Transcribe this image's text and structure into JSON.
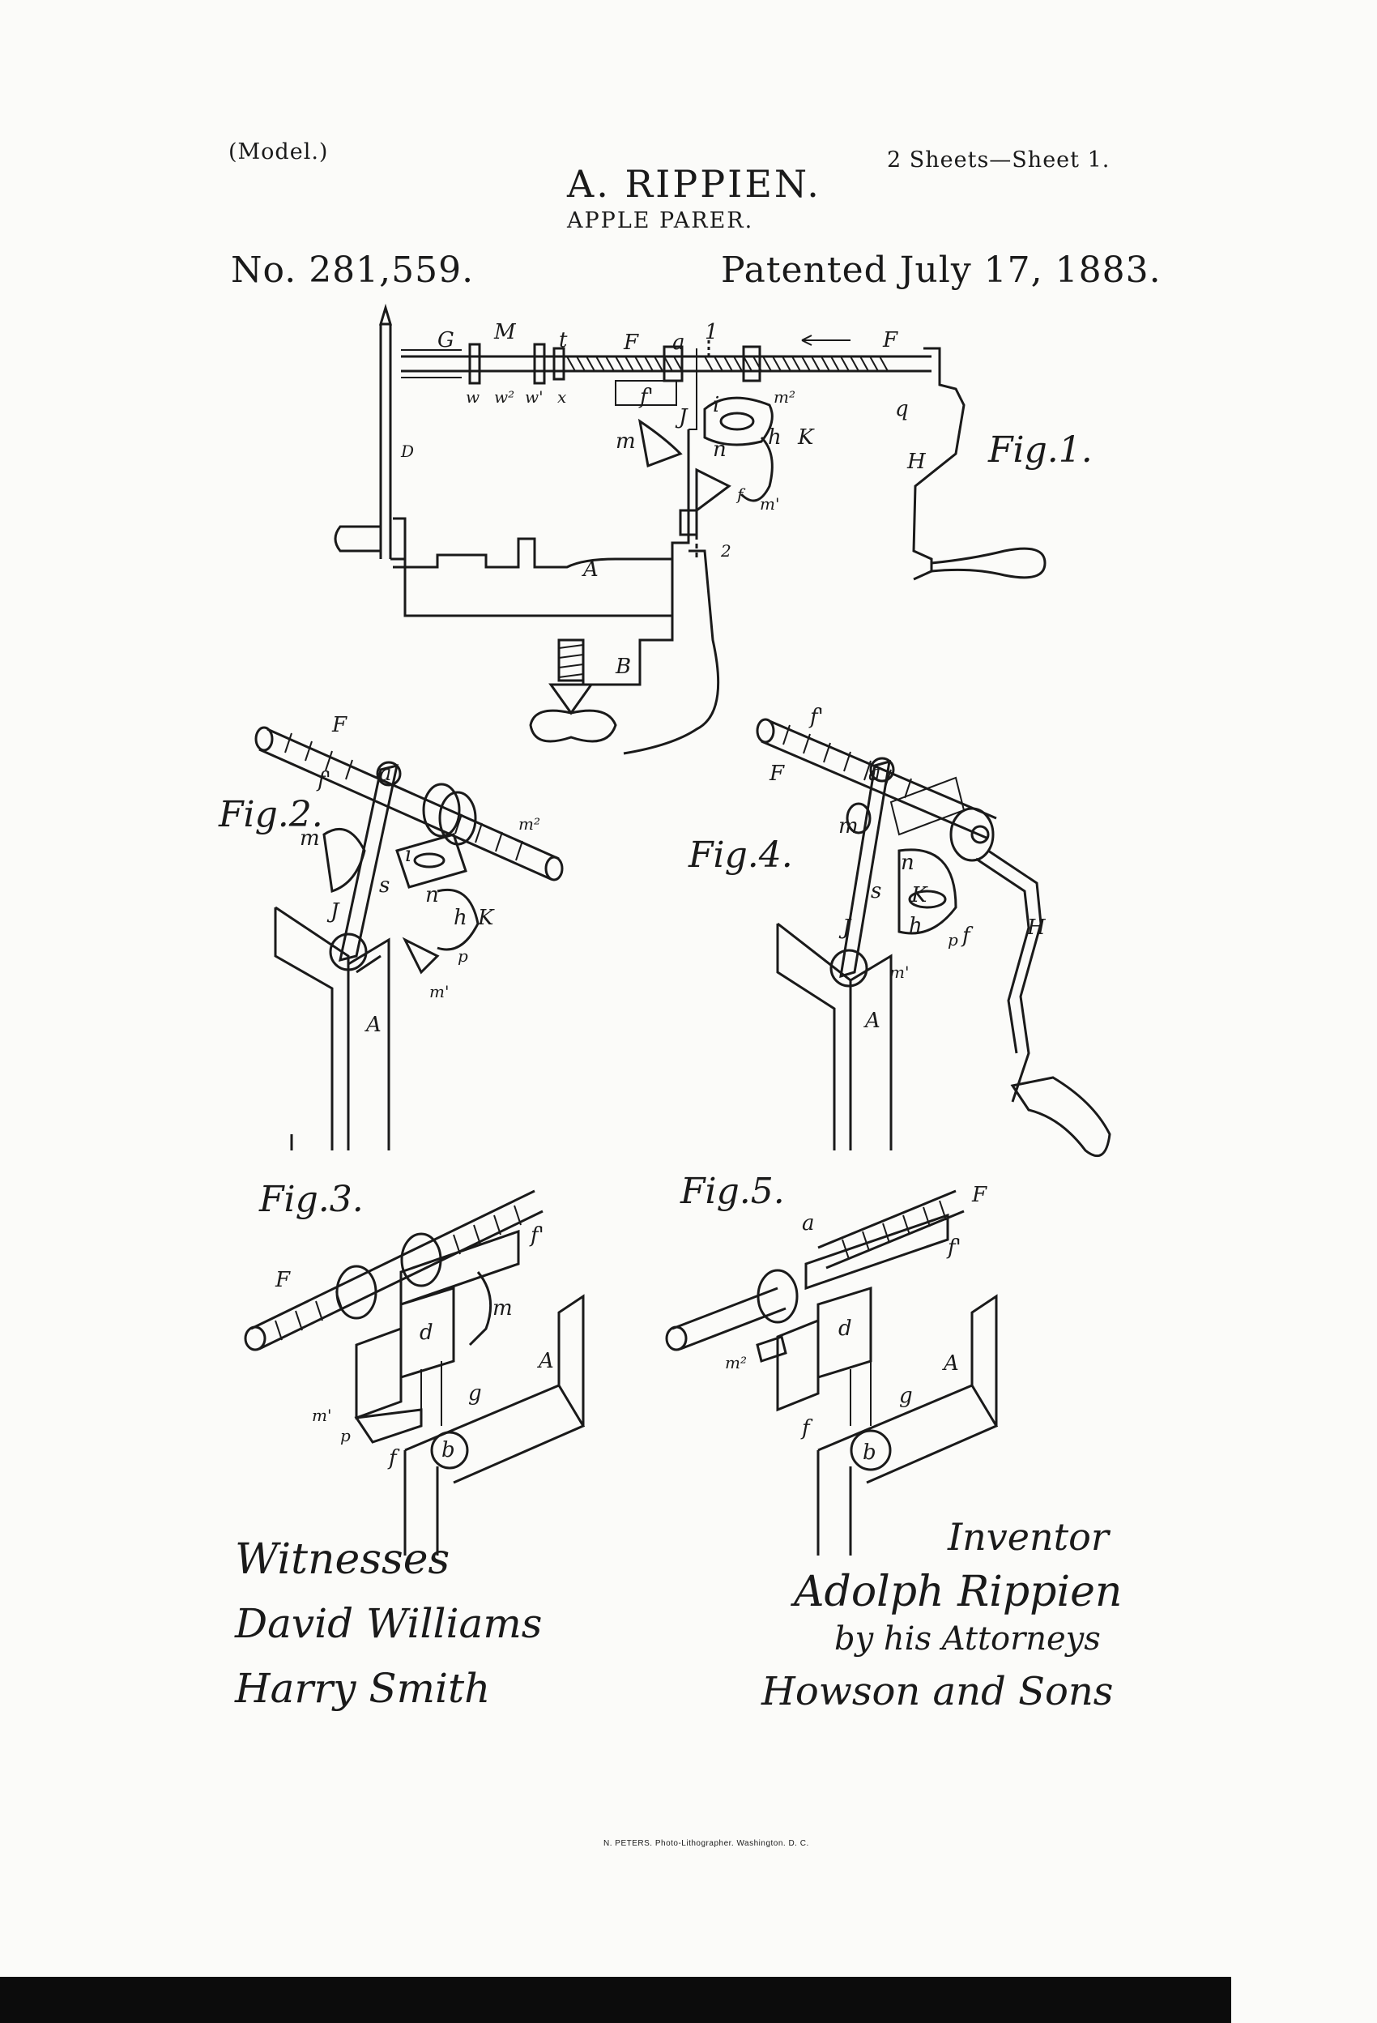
{
  "header": {
    "model": "(Model.)",
    "sheets": "2 Sheets—Sheet 1.",
    "inventor_name": "A. RIPPIEN.",
    "title": "APPLE PARER.",
    "patent_number": "No. 281,559.",
    "patent_date": "Patented July 17, 1883."
  },
  "figures": {
    "fig1": "Fig.1.",
    "fig2": "Fig.2.",
    "fig3": "Fig.3.",
    "fig4": "Fig.4.",
    "fig5": "Fig.5."
  },
  "fig1_labels": {
    "G": "G",
    "M": "M",
    "t": "t",
    "F": "F",
    "a": "a",
    "one": "1",
    "F_right": "F",
    "w": "w",
    "w2": "w²",
    "w1": "w'",
    "x": "x",
    "f1": "f'",
    "J": "J",
    "i": "i",
    "m2": "m²",
    "q": "q",
    "D": "D",
    "m": "m",
    "n": "n",
    "h": "h",
    "K": "K",
    "H": "H",
    "f": "f",
    "m1": "m'",
    "two": "2",
    "A": "A",
    "B": "B"
  },
  "fig2_labels": {
    "F": "F",
    "f1": "f'",
    "a": "a",
    "m": "m",
    "m2": "m²",
    "i": "i",
    "s": "s",
    "n": "n",
    "J": "J",
    "h": "h",
    "K": "K",
    "p": "p",
    "m1": "m'",
    "A": "A"
  },
  "fig3_labels": {
    "F": "F",
    "f1": "f'",
    "m": "m",
    "d": "d",
    "A": "A",
    "m1": "m'",
    "p": "p",
    "g": "g",
    "f": "f",
    "b": "b"
  },
  "fig4_labels": {
    "f1": "f'",
    "F": "F",
    "a": "a",
    "m": "m",
    "n": "n",
    "K": "K",
    "s": "s",
    "h": "h",
    "J": "J",
    "p": "p",
    "f": "f",
    "H": "H",
    "m1": "m'",
    "A": "A"
  },
  "fig5_labels": {
    "a": "a",
    "F": "F",
    "f1": "f'",
    "m2": "m²",
    "d": "d",
    "g": "g",
    "A": "A",
    "f": "f",
    "b": "b"
  },
  "signatures": {
    "witnesses_label": "Witnesses",
    "witness1": "David Williams",
    "witness2": "Harry Smith",
    "inventor_label": "Inventor",
    "inventor": "Adolph Rippien",
    "by_attorneys": "by his Attorneys",
    "attorneys": "Howson and Sons"
  },
  "footer": {
    "lithographer": "N. PETERS. Photo-Lithographer. Washington. D. C."
  },
  "colors": {
    "ink": "#1a1a1a",
    "paper": "#fbfbf9",
    "bar": "#0c0c0c"
  }
}
